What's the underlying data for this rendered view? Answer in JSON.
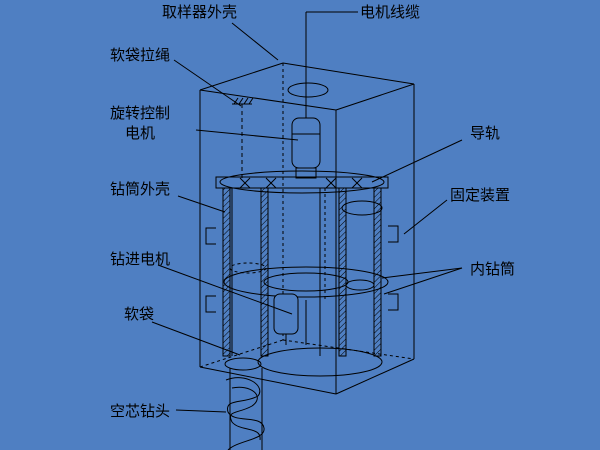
{
  "colors": {
    "background": "#4f7fc2",
    "line": "#000000"
  },
  "labels": {
    "sampler_shell": "取样器外壳",
    "cable": "电机线缆",
    "bag_rope": "软袋拉绳",
    "rotation_motor_line1": "旋转控制",
    "rotation_motor_line2": "电机",
    "guide_rail": "导轨",
    "drill_shell": "钻筒外壳",
    "fixing_device": "固定装置",
    "feed_motor": "钻进电机",
    "inner_drill": "内钻筒",
    "soft_bag": "软袋",
    "hollow_bit": "空芯钻头"
  }
}
